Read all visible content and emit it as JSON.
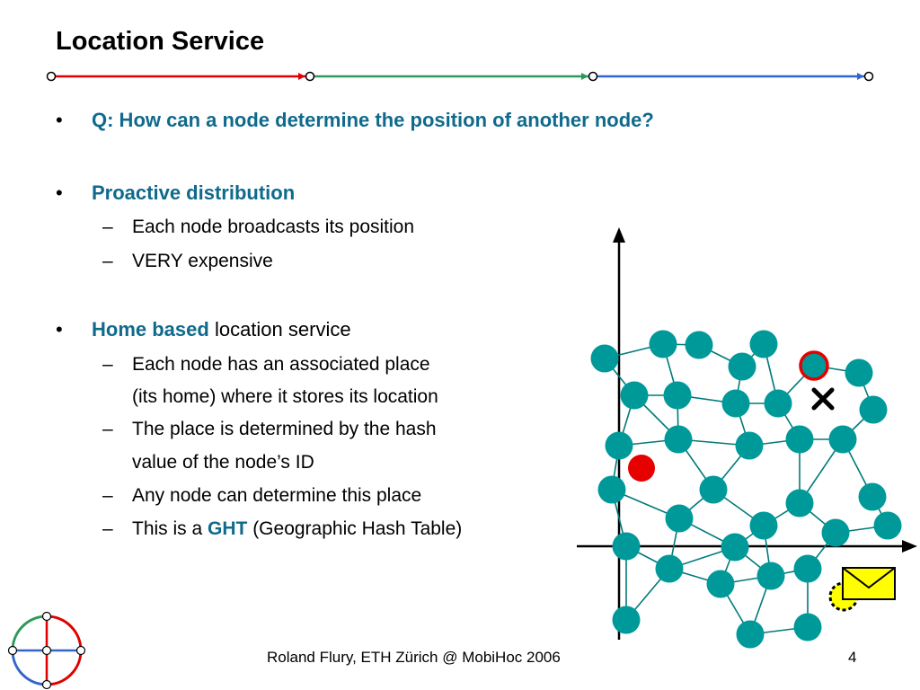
{
  "slide": {
    "title": "Location Service",
    "footer": {
      "author": "Roland Flury, ETH Zürich @ MobiHoc 2006",
      "page": "4"
    }
  },
  "bullets": {
    "q": "Q: How can a node determine the position of another node?",
    "proactive": {
      "heading": "Proactive distribution",
      "subs": [
        "Each node broadcasts its position",
        "VERY expensive"
      ]
    },
    "home": {
      "heading_bold": "Home based",
      "heading_rest": " location service",
      "subs": [
        "Each node has an associated place",
        "(its home) where it stores its location",
        "The place is determined by the hash",
        "value of the node’s ID",
        "Any node can determine this place"
      ],
      "last_prefix": "This is a ",
      "last_bold": "GHT",
      "last_rest": " (Geographic Hash Table)"
    }
  },
  "colors": {
    "node": "#009999",
    "highlight_red": "#e60000",
    "accent_blue": "#0f6a8c",
    "envelope": "#ffff00",
    "line_red": "#e00000",
    "line_green": "#2e9a5a",
    "line_blue": "#3366cc"
  },
  "icons": [
    "x-mark-icon",
    "envelope-icon",
    "logo-icon"
  ]
}
